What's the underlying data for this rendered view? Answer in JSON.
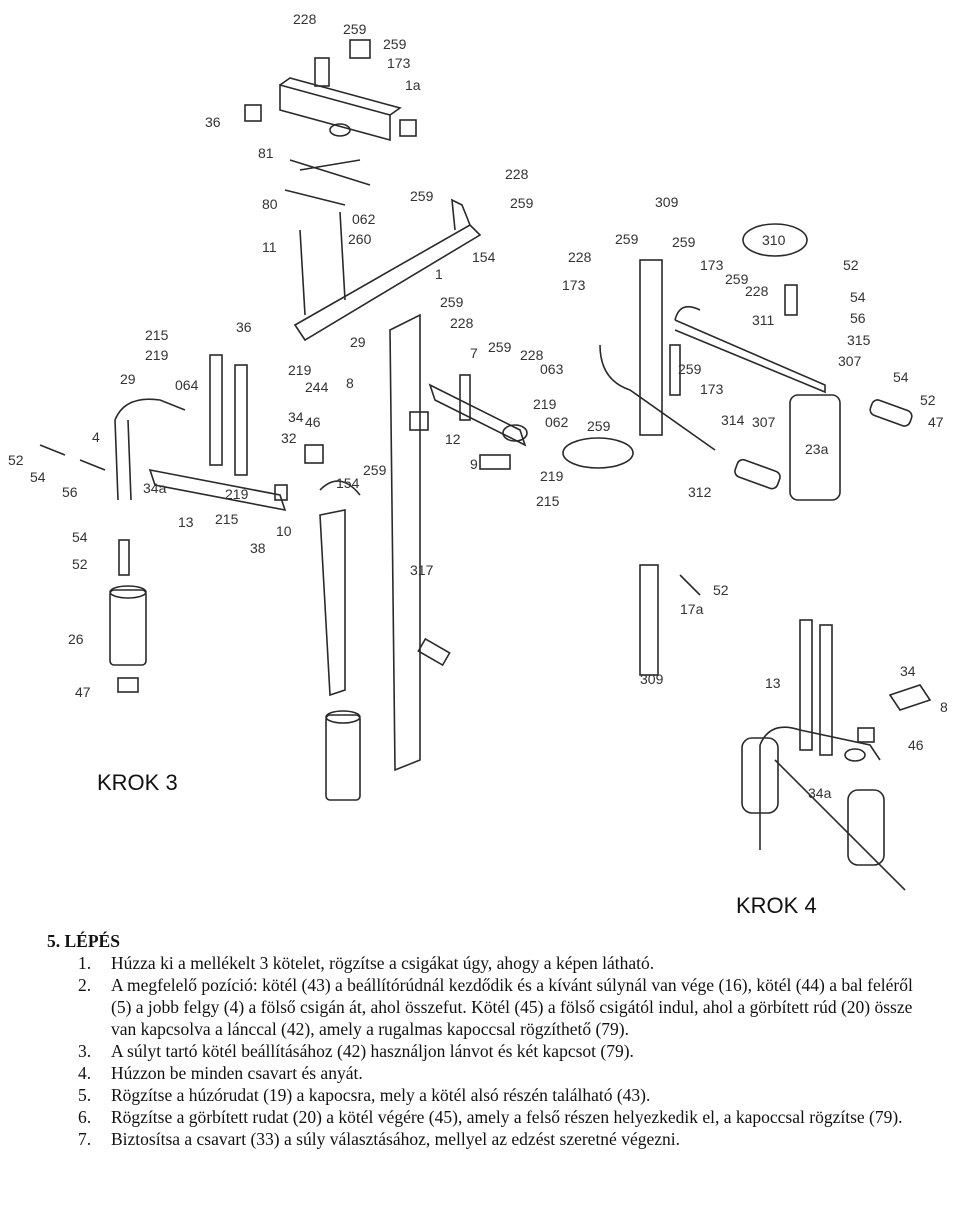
{
  "diagram": {
    "part_labels": [
      "228",
      "259",
      "259",
      "173",
      "1a",
      "36",
      "81",
      "80",
      "228",
      "259",
      "259",
      "062",
      "260",
      "154",
      "11",
      "1",
      "309",
      "259",
      "259",
      "228",
      "173",
      "173",
      "228",
      "259",
      "310",
      "52",
      "54",
      "56",
      "311",
      "315",
      "307",
      "215",
      "219",
      "36",
      "29",
      "259",
      "228",
      "7",
      "259",
      "228",
      "063",
      "29",
      "064",
      "219",
      "244",
      "8",
      "34",
      "46",
      "4",
      "54",
      "52",
      "56",
      "34a",
      "32",
      "154",
      "259",
      "12",
      "219",
      "062",
      "259",
      "9",
      "219",
      "215",
      "13",
      "219",
      "215",
      "38",
      "10",
      "54",
      "52",
      "259",
      "173",
      "314",
      "307",
      "54",
      "52",
      "47",
      "23a",
      "312",
      "317",
      "26",
      "47",
      "52",
      "17a",
      "309",
      "13",
      "34",
      "8",
      "46",
      "34a"
    ],
    "krok3": "KROK 3",
    "krok4": "KROK 4"
  },
  "instructions": {
    "title": "5. LÉPÉS",
    "steps": [
      {
        "num": "1.",
        "text": "Húzza ki a mellékelt 3 kötelet, rögzítse a csigákat úgy, ahogy a képen látható."
      },
      {
        "num": "2.",
        "text": "A megfelelő pozíció: kötél (43) a beállítórúdnál kezdődik és a kívánt súlynál van vége (16), kötél (44) a bal feléről (5) a jobb felgy (4) a fölső csigán át, ahol összefut. Kötél (45) a fölső csigától indul, ahol a görbített rúd (20) össze van kapcsolva a lánccal (42), amely a rugalmas kapoccsal rögzíthető (79)."
      },
      {
        "num": "3.",
        "text": "A súlyt tartó kötél beállításához (42) használjon lánvot és két kapcsot (79)."
      },
      {
        "num": "4.",
        "text": "Húzzon be minden csavart és anyát."
      },
      {
        "num": "5.",
        "text": "Rögzítse a húzórudat (19) a kapocsra, mely a kötél alsó részén található (43)."
      },
      {
        "num": "6.",
        "text": "Rögzítse a görbített rudat (20) a kötél végére (45), amely a felső részen helyezkedik el, a kapoccsal rögzítse (79)."
      },
      {
        "num": "7.",
        "text": "Biztosítsa a csavart (33) a súly választásához, mellyel az edzést szeretné végezni."
      }
    ]
  }
}
